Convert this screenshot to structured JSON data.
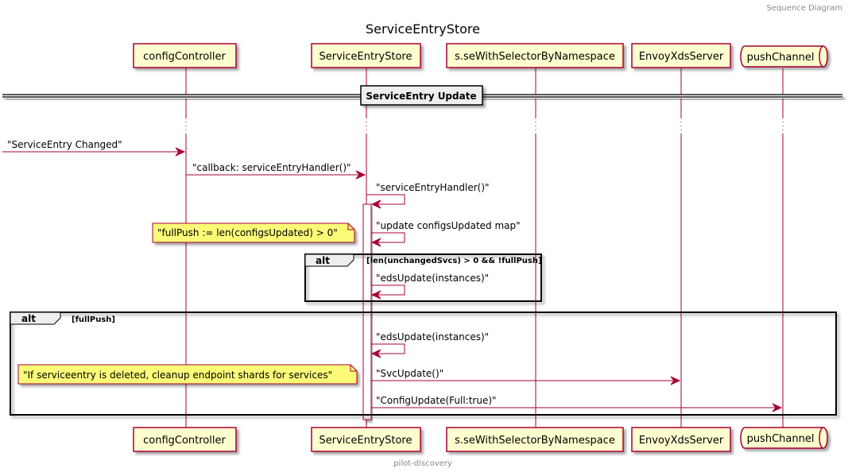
{
  "header": {
    "label": "Sequence Diagram"
  },
  "title": "ServiceEntryStore",
  "footer": "pilot-discovery",
  "colors": {
    "line": "#A80036",
    "participant_fill": "#FEFECE",
    "note_fill": "#FBFB77",
    "divider_fill": "#EEEEEE",
    "frame": "#000000"
  },
  "participants": [
    {
      "id": "configController",
      "label": "configController",
      "shape": "box"
    },
    {
      "id": "ServiceEntryStore",
      "label": "ServiceEntryStore",
      "shape": "box"
    },
    {
      "id": "seWithSelector",
      "label": "s.seWithSelectorByNamespace",
      "shape": "box"
    },
    {
      "id": "EnvoyXdsServer",
      "label": "EnvoyXdsServer",
      "shape": "box"
    },
    {
      "id": "pushChannel",
      "label": "pushChannel",
      "shape": "queue"
    }
  ],
  "divider": {
    "label": "ServiceEntry Update"
  },
  "messages": [
    {
      "from": "external",
      "to": "configController",
      "label": "\"ServiceEntry Changed\""
    },
    {
      "from": "configController",
      "to": "ServiceEntryStore",
      "label": "\"callback: serviceEntryHandler()\""
    },
    {
      "from": "ServiceEntryStore",
      "to": "ServiceEntryStore",
      "label": "\"serviceEntryHandler()\""
    },
    {
      "from": "ServiceEntryStore",
      "to": "ServiceEntryStore",
      "label": "\"update configsUpdated map\""
    },
    {
      "from": "ServiceEntryStore",
      "to": "ServiceEntryStore",
      "label": "\"edsUpdate(instances)\""
    },
    {
      "from": "ServiceEntryStore",
      "to": "ServiceEntryStore",
      "label": "\"edsUpdate(instances)\""
    },
    {
      "from": "ServiceEntryStore",
      "to": "EnvoyXdsServer",
      "label": "\"SvcUpdate()\""
    },
    {
      "from": "ServiceEntryStore",
      "to": "pushChannel",
      "label": "\"ConfigUpdate(Full:true)\""
    }
  ],
  "notes": [
    {
      "label": "\"fullPush := len(configsUpdated) > 0\""
    },
    {
      "label": "\"If serviceentry is deleted, cleanup endpoint shards for services\""
    }
  ],
  "fragments": [
    {
      "kind": "alt",
      "guard": "[len(unchangedSvcs) > 0 && !fullPush]"
    },
    {
      "kind": "alt",
      "guard": "[fullPush]"
    }
  ]
}
